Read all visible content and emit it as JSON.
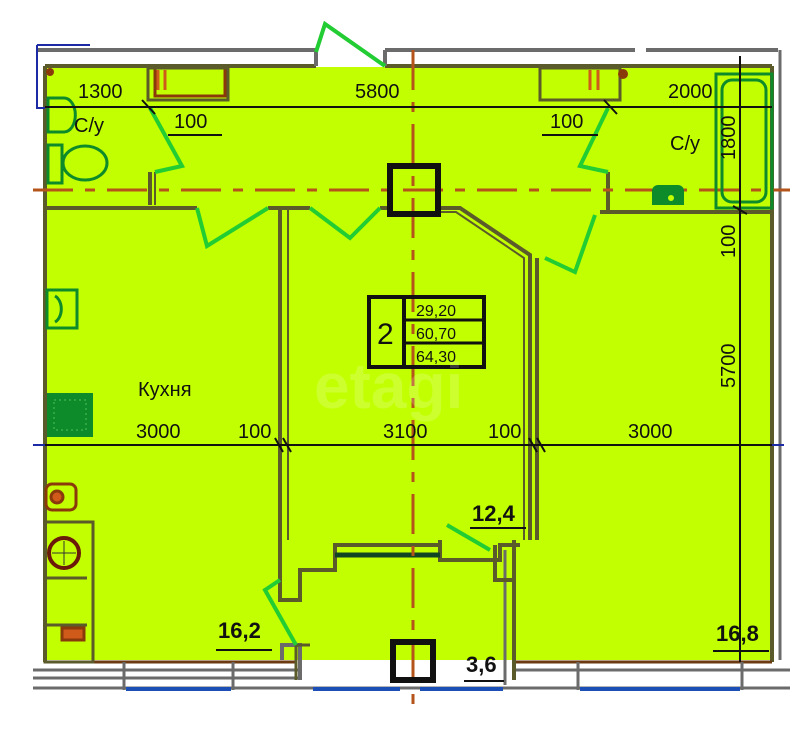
{
  "plan": {
    "type": "apartment-floor-plan",
    "colors": {
      "floor_fill": "#C2FF00",
      "wall": "#5a5a2a",
      "wall_outer": "#6b6b6b",
      "door_swing": "#22cc33",
      "axis_line": "#b5541a",
      "window": "#1c4fb5",
      "fixture_green": "#0d8a2a",
      "fixture_brown": "#8a3a0a",
      "dimension_line": "#111111"
    },
    "info_box": {
      "rooms": "2",
      "living_area": "29,20",
      "total_area": "60,70",
      "total_with_balcony": "64,30"
    },
    "rooms": {
      "bathroom_left": {
        "label": "С/у"
      },
      "bathroom_right": {
        "label": "С/у"
      },
      "kitchen": {
        "label": "Кухня",
        "area": "16,2"
      },
      "hall": {
        "area": "12,4"
      },
      "bedroom_right": {
        "area": "16,8"
      },
      "balcony": {
        "area": "3,6"
      }
    },
    "dimensions": {
      "top": [
        "1300",
        "5800",
        "2000"
      ],
      "top_sub": [
        "100",
        "100"
      ],
      "middle": [
        "3000",
        "100",
        "3100",
        "100",
        "3000"
      ],
      "right_vertical": [
        "1800",
        "100",
        "5700"
      ]
    },
    "watermark": "etagi"
  }
}
